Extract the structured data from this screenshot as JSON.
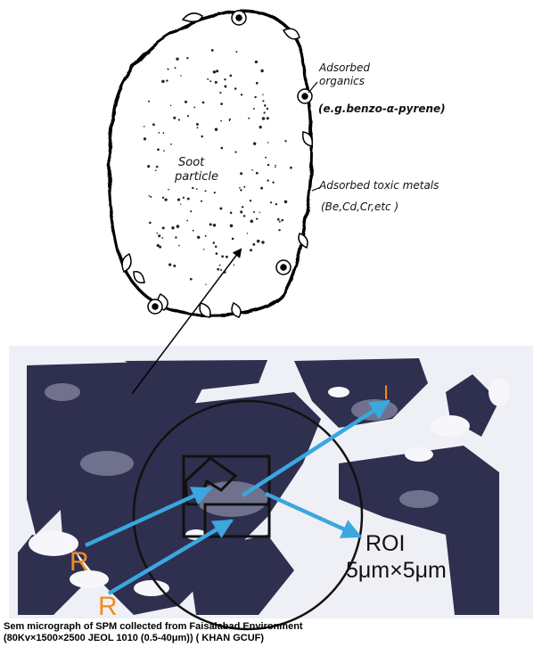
{
  "diagram": {
    "soot_label": [
      "Soot",
      "particle"
    ],
    "organics_label": [
      "Adsorbed",
      "organics",
      "(e.g.benzo-α-pyrene)"
    ],
    "metals_label": [
      "Adsorbed toxic metals",
      "(Be,Cd,Cr,etc )"
    ]
  },
  "micrograph": {
    "label_i": "I",
    "label_r1": "R",
    "label_r2": "R",
    "roi_label": "ROI",
    "roi_size": "5μm×5μm",
    "accent_color": "#3aa7de",
    "label_color": "#f28c1e"
  },
  "caption": {
    "line1": "Sem micrograph of SPM collected from Faisalabad Environment",
    "line2": "(80Kv×1500×2500 JEOL 1010 (0.5-40μm)) ( KHAN GCUF)"
  }
}
